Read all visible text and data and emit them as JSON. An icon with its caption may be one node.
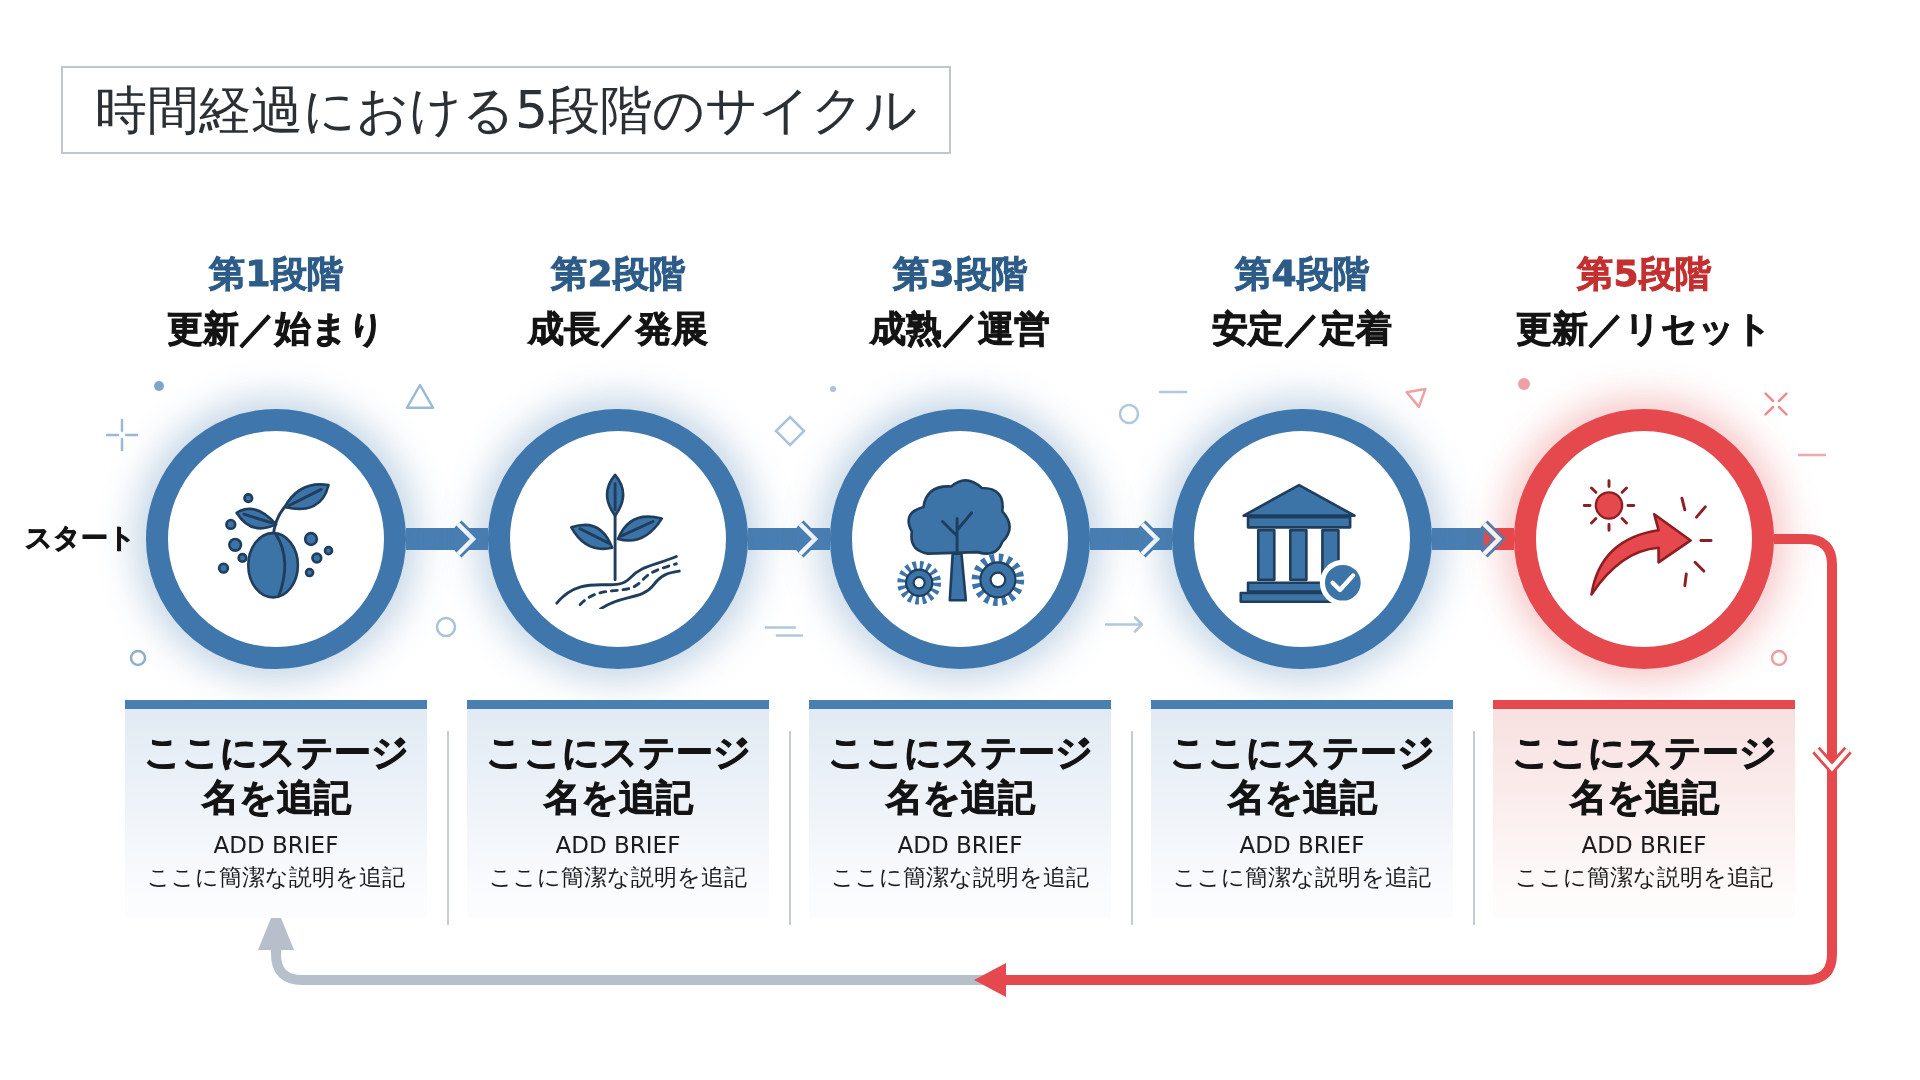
{
  "diagram": {
    "title": "時間経過における5段階のサイクル",
    "nodes": [
      {
        "text": [
          "第1段階",
          "更新／始まり"
        ],
        "beside": [
          "スタート"
        ]
      },
      {
        "text": [
          "第2段階",
          "成長／発展"
        ]
      },
      {
        "text": [
          "第3段階",
          "成熟／運営"
        ]
      },
      {
        "text": [
          "第4段階",
          "安定／定着"
        ]
      },
      {
        "text": [
          "第5段階",
          "更新／リセット"
        ]
      },
      {
        "text": [
          "ここにステージ名を追記",
          "ADD BRIEF",
          "ここに簡潔な説明を追記"
        ]
      },
      {
        "text": [
          "ここにステージ名を追記",
          "ADD BRIEF",
          "ここに簡潔な説明を追記"
        ]
      },
      {
        "text": [
          "ここにステージ名を追記",
          "ADD BRIEF",
          "ここに簡潔な説明を追記"
        ]
      },
      {
        "text": [
          "ここにステージ名を追記",
          "ADD BRIEF",
          "ここに簡潔な説明を追記"
        ]
      },
      {
        "text": [
          "ここにステージ名を追記",
          "ADD BRIEF",
          "ここに簡潔な説明を追記"
        ]
      }
    ],
    "edges": [
      {
        "from": 0,
        "to": 1,
        "arrow": "to"
      },
      {
        "from": 1,
        "to": 2,
        "arrow": "to"
      },
      {
        "from": 2,
        "to": 3,
        "arrow": "to"
      },
      {
        "from": 3,
        "to": 4,
        "arrow": "to"
      },
      {
        "from": 4,
        "to": 5,
        "arrow": "to",
        "color": "#e5484d"
      }
    ]
  }
}
